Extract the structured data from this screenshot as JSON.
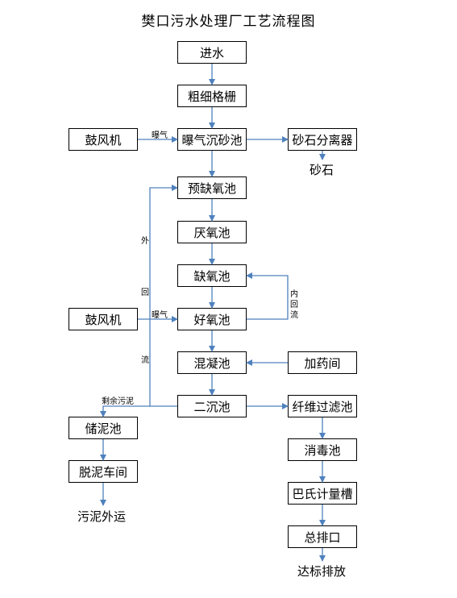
{
  "title": "樊口污水处理厂工艺流程图",
  "main_flow": [
    "进水",
    "粗细格栅",
    "曝气沉砂池",
    "预缺氧池",
    "厌氧池",
    "缺氧池",
    "好氧池",
    "混凝池",
    "二沉池"
  ],
  "blower_1": "鼓风机",
  "blower_2": "鼓风机",
  "aeration_label_1": "曝气",
  "aeration_label_2": "曝气",
  "grit_separator": "砂石分离器",
  "grit_output": "砂石",
  "dosing_room": "加药间",
  "external_reflux": [
    "外",
    "回",
    "流"
  ],
  "internal_reflux": [
    "内",
    "回",
    "流"
  ],
  "excess_sludge_label": "剩余污泥",
  "sludge_line": [
    "储泥池",
    "脱泥车间"
  ],
  "sludge_output": "污泥外运",
  "effluent_line": [
    "纤维过滤池",
    "消毒池",
    "巴氏计量槽",
    "总排口"
  ],
  "effluent_output": "达标排放",
  "colors": {
    "arrow": "#4f81bd",
    "border": "#000000"
  }
}
